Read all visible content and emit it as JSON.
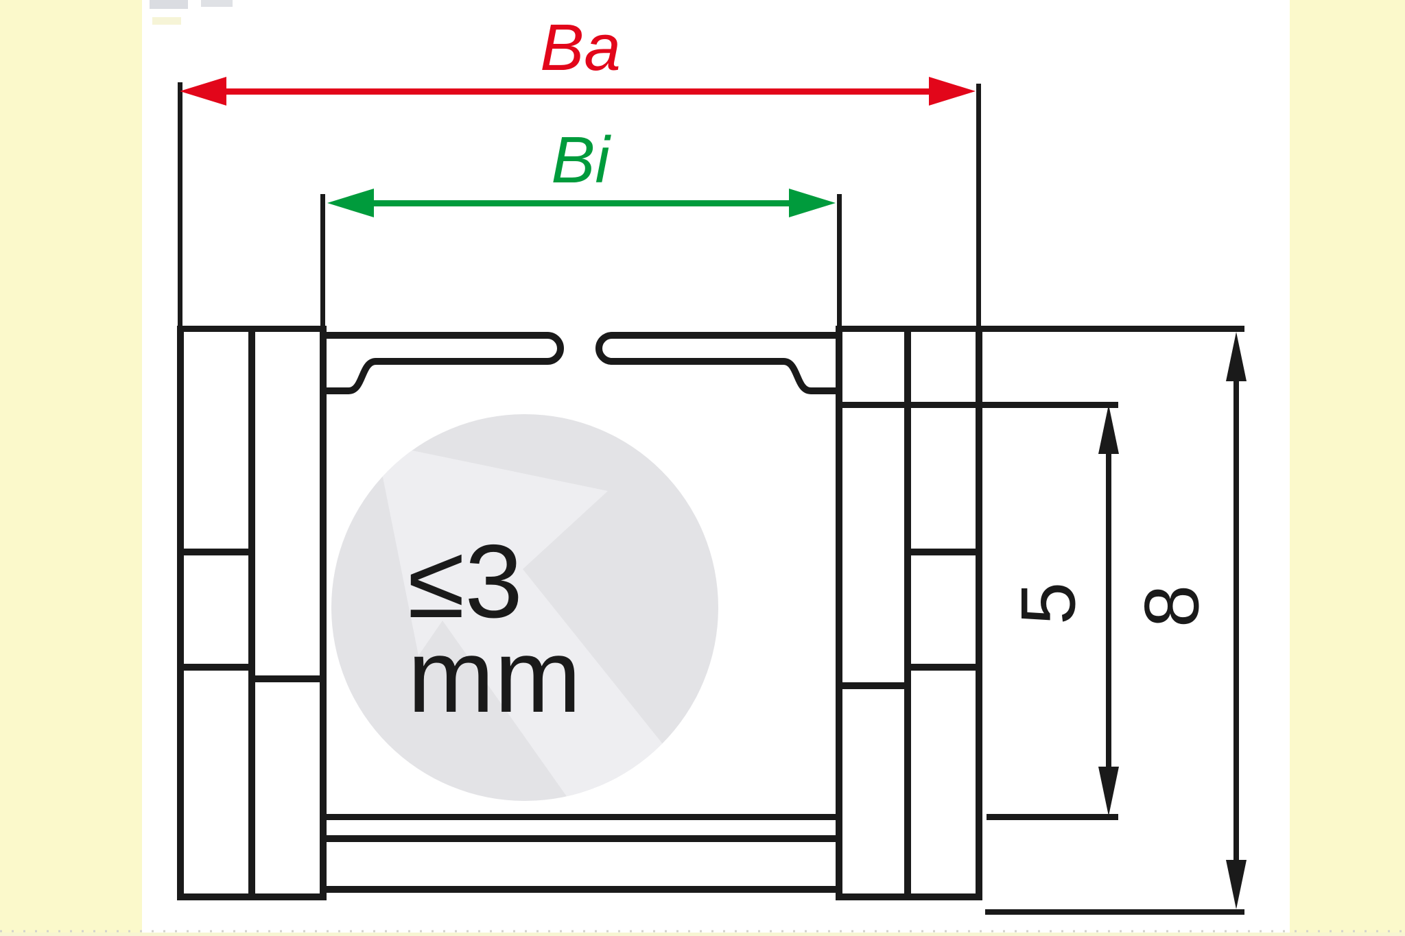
{
  "page": {
    "bg_color": "#ffffff",
    "side_band_color": "#fbf9cb",
    "bottom_edge_strip_color": "#f7f5d2"
  },
  "drawing": {
    "outline_color": "#1a1a1a",
    "dim_outer_width": {
      "label": "Ba",
      "color": "#e2061a"
    },
    "dim_inner_width": {
      "label": "Bi",
      "color": "#009b3c"
    },
    "dim_inner_height": {
      "label": "5",
      "color": "#1a1a1a"
    },
    "dim_outer_height": {
      "label": "8",
      "color": "#1a1a1a"
    },
    "center_note": {
      "line1": "≤3",
      "line2": "mm"
    },
    "watermark": {
      "circle_color": "#e3e3e6",
      "arrow_color": "#eeeef1"
    }
  }
}
